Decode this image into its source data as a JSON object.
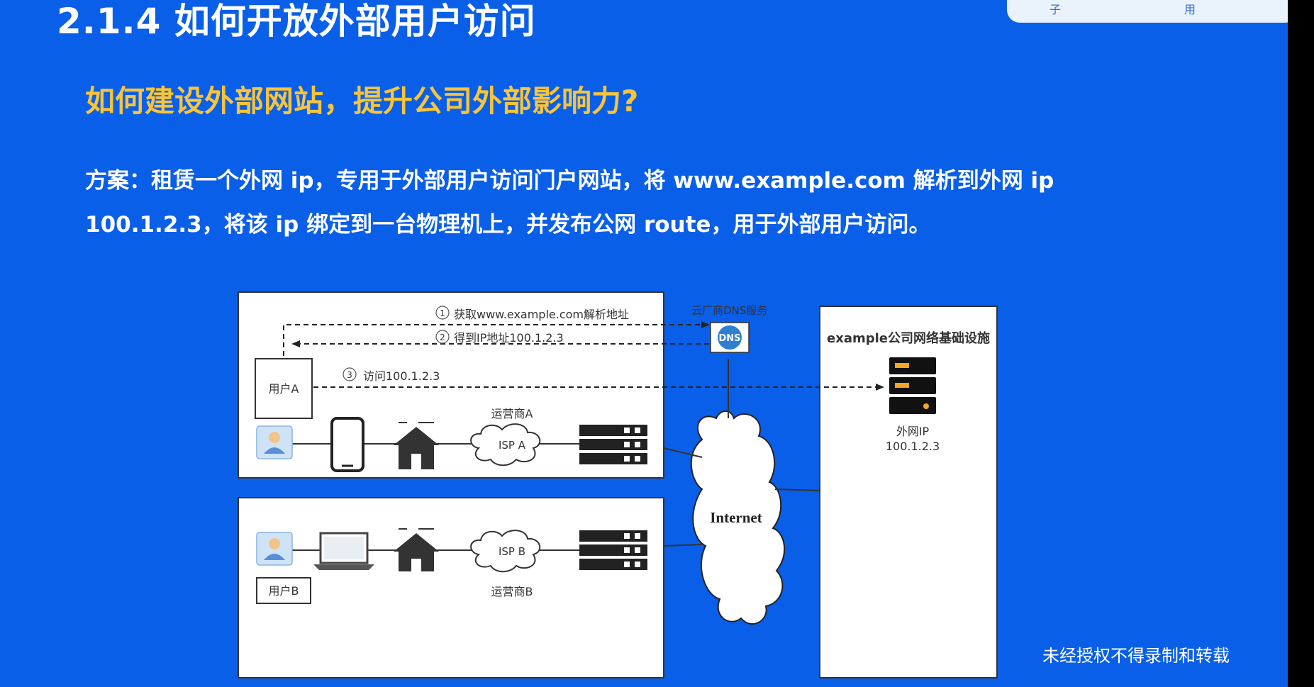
{
  "title": "2.1.4 如何开放外部用户访问",
  "subtitle": "如何建设外部网站，提升公司外部影响力?",
  "plan_text": "方案：租赁一个外网 ip，专用于外部用户访问门户网站，将 www.example.com 解析到外网 ip 100.1.2.3，将该 ip 绑定到一台物理机上，并发布公网 route，用于外部用户访问。",
  "corner_card": {
    "left_text": "子",
    "right_text": "用"
  },
  "diagram": {
    "step1": "获取www.example.com解析地址",
    "step1_num": "1",
    "step2": "得到IP地址100.1.2.3",
    "step2_num": "2",
    "step3": "访问100.1.2.3",
    "step3_num": "3",
    "dns_service_label": "云厂商DNS服务",
    "dns_icon_text": "DNS",
    "user_a": "用户A",
    "user_b": "用户B",
    "carrier_a": "运营商A",
    "carrier_b": "运营商B",
    "isp_a": "ISP A",
    "isp_b": "ISP B",
    "internet": "Internet",
    "infra_title": "example公司网络基础设施",
    "ext_ip_label": "外网IP",
    "ext_ip_value": "100.1.2.3"
  },
  "watermark": "未经授权不得录制和转载",
  "colors": {
    "background": "#0a5fe8",
    "accent_yellow": "#f8c43a",
    "server_orange": "#f5a623"
  }
}
